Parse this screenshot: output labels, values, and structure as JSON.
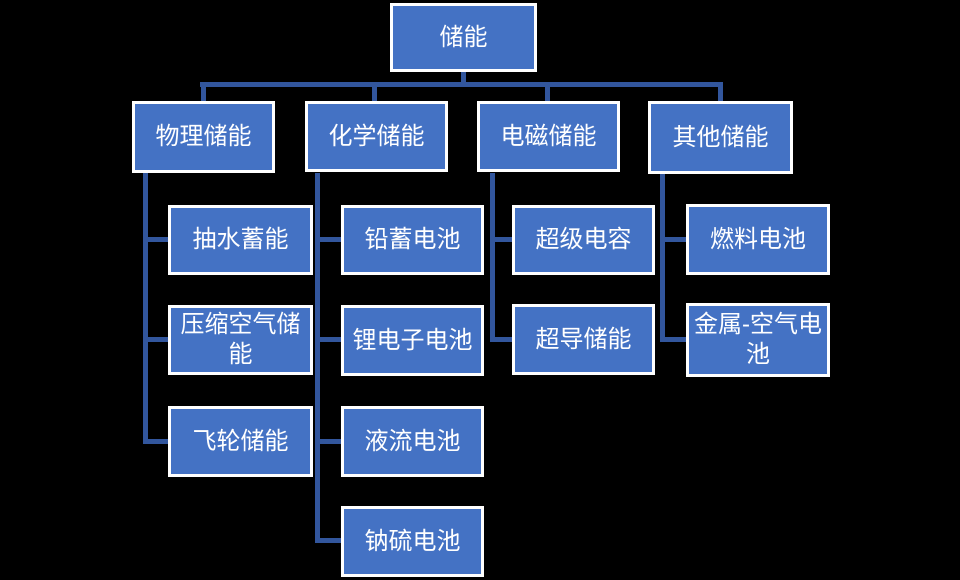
{
  "diagram": {
    "title_node": "储能",
    "root": {
      "label": "储能"
    },
    "branches": [
      {
        "label": "物理储能",
        "children": [
          {
            "label": "抽水蓄能"
          },
          {
            "label": "压缩空气储能"
          },
          {
            "label": "飞轮储能"
          }
        ]
      },
      {
        "label": "化学储能",
        "children": [
          {
            "label": "铅蓄电池"
          },
          {
            "label": "锂电子电池"
          },
          {
            "label": "液流电池"
          },
          {
            "label": "钠硫电池"
          }
        ]
      },
      {
        "label": "电磁储能",
        "children": [
          {
            "label": "超级电容"
          },
          {
            "label": "超导储能"
          }
        ]
      },
      {
        "label": "其他储能",
        "children": [
          {
            "label": "燃料电池"
          },
          {
            "label": "金属-空气电池"
          }
        ]
      }
    ],
    "colors": {
      "background": "#000000",
      "box_fill": "#4472C4",
      "box_border": "#FFFFFF",
      "connector": "#32569D",
      "text": "#FFFFFF"
    }
  }
}
